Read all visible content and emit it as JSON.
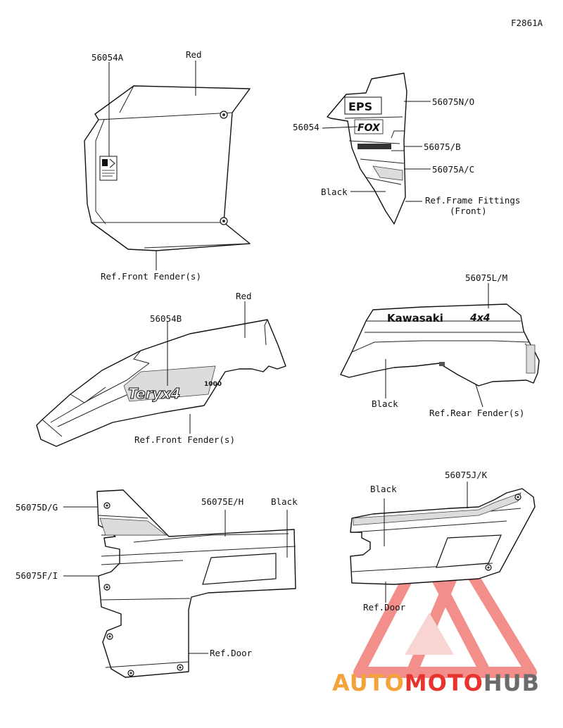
{
  "figure_code": "F2861A",
  "labels": {
    "p56054A": "56054A",
    "red1": "Red",
    "refFrontFender1": "Ref.Front Fender(s)",
    "p56075NO": "56075N/O",
    "p56054": "56054",
    "p56075B": "56075/B",
    "p56075AC": "56075A/C",
    "black1": "Black",
    "refFrameFittings1": "Ref.Frame Fittings",
    "refFrameFittings2": "(Front)",
    "red2": "Red",
    "p56054B": "56054B",
    "refFrontFender2": "Ref.Front Fender(s)",
    "p56075LM": "56075L/M",
    "black2": "Black",
    "refRearFender": "Ref.Rear Fender(s)",
    "p56075DG": "56075D/G",
    "p56075EH": "56075E/H",
    "black3": "Black",
    "p56075FI": "56075F/I",
    "refDoor1": "Ref.Door",
    "p56075JK": "56075J/K",
    "black4": "Black",
    "refDoor2": "Ref.Door"
  },
  "decals": {
    "eps": "EPS",
    "fox": "FOX",
    "kawasaki": "Kawasaki",
    "fourx4": "4x4",
    "teryx": "Teryx4",
    "teryx_sub": "1000"
  },
  "watermark": {
    "auto": "AUTO",
    "moto": "MOTO",
    "hub": "HUB",
    "color_red": "#e8342e",
    "color_orange": "#f4a23c",
    "color_gray": "#6b6b6b"
  }
}
